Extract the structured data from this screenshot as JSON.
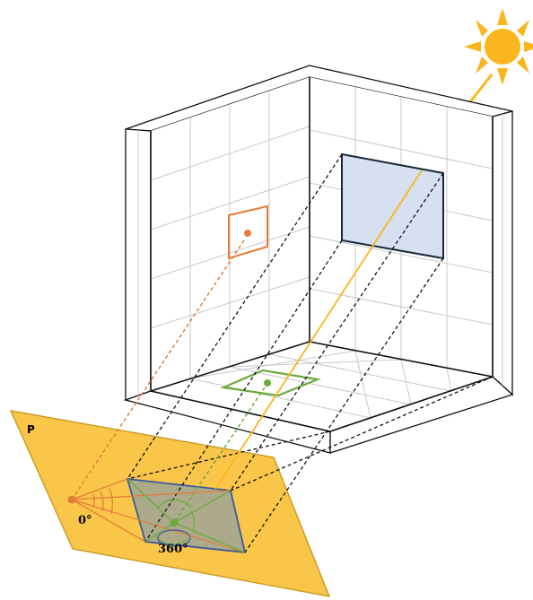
{
  "labels": {
    "plane": "P",
    "angle_start": "0°",
    "angle_end": "360°"
  },
  "colors": {
    "plane_fill": "#f9c64a",
    "plane_stroke": "#c99a22",
    "window_fill": "#d6e0f0",
    "window_stroke": "#1a2a3a",
    "sun": "#fbb51e",
    "orange": "#e57c37",
    "green": "#6aac3c",
    "projection_fill": "#9fa596",
    "projection_stroke": "#3a5a9a",
    "grid": "#c8c8c8",
    "edge": "#111111"
  },
  "icons": {
    "sun": "sun-icon"
  }
}
